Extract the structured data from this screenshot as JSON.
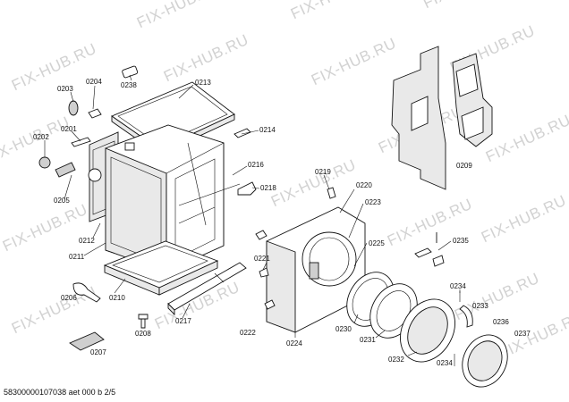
{
  "watermark": "FIX-HUB.RU",
  "footer": "58300000107038 aet 000 b 2/5",
  "labels": [
    "0213",
    "0238",
    "0204",
    "0203",
    "0201",
    "0202",
    "0205",
    "0214",
    "0216",
    "0218",
    "0219",
    "0220",
    "0223",
    "0225",
    "0235",
    "0209",
    "0212",
    "0211",
    "0206",
    "0210",
    "0217",
    "0208",
    "0207",
    "0221",
    "0222",
    "0224",
    "0230",
    "0231",
    "0232",
    "0234",
    "0233",
    "0236",
    "0237"
  ]
}
